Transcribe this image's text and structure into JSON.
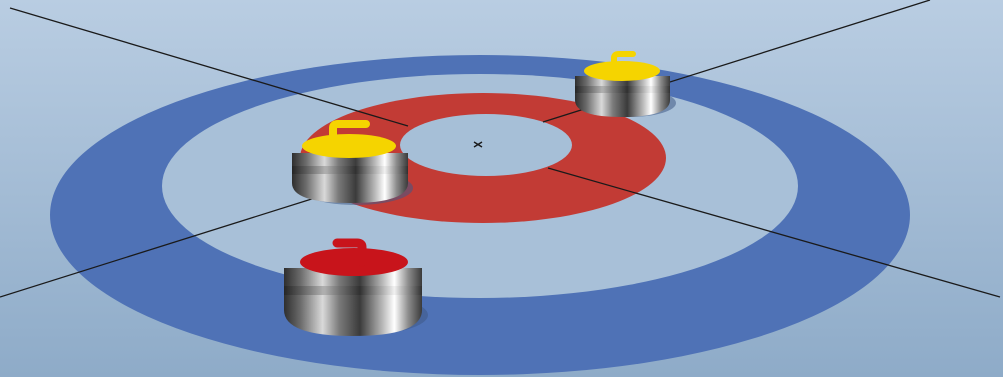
{
  "scene": {
    "subject": "curling house",
    "colors": {
      "ice_top": "#b9cde2",
      "ice_bottom": "#8eabc8",
      "twelve_foot_ring": "#4f72b6",
      "eight_foot_ring": "#a8c0d8",
      "four_foot_ring": "#c23b35",
      "button": "#a6bfd7",
      "lines": "#1a1a1a",
      "shadow": "#3f5a86"
    }
  },
  "stones": [
    {
      "id": "yellow-stone-back",
      "team": "yellow",
      "handle_color": "#f5d400",
      "top_color": "#f5d400"
    },
    {
      "id": "yellow-stone-left",
      "team": "yellow",
      "handle_color": "#f5d400",
      "top_color": "#f5d400"
    },
    {
      "id": "red-stone-front",
      "team": "red",
      "handle_color": "#c8141b",
      "top_color": "#c8141b"
    }
  ]
}
